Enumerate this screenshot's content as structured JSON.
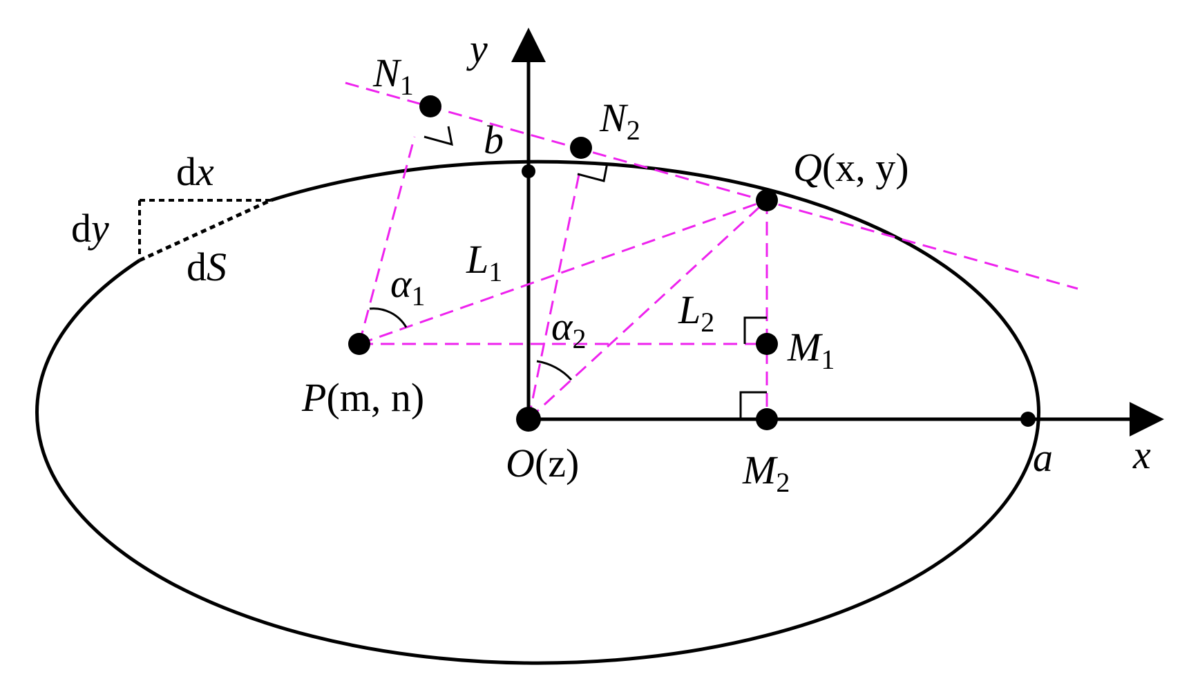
{
  "colors": {
    "curve": "#000000",
    "construction": "#ee22ee",
    "background": "#ffffff"
  },
  "labels": {
    "axis_x": "x",
    "axis_y": "y",
    "b": "b",
    "a": "a",
    "dx_d": "d",
    "dx_var": "x",
    "dy_d": "d",
    "dy_var": "y",
    "ds_d": "d",
    "ds_var": "S",
    "N1_main": "N",
    "N1_sub": "1",
    "N2_main": "N",
    "N2_sub": "2",
    "Q_name": "Q",
    "Q_args": "(x, y)",
    "L1_main": "L",
    "L1_sub": "1",
    "L2_main": "L",
    "L2_sub": "2",
    "alpha1_main": "α",
    "alpha1_sub": "1",
    "alpha2_main": "α",
    "alpha2_sub": "2",
    "M1_main": "M",
    "M1_sub": "1",
    "M2_main": "M",
    "M2_sub": "2",
    "P_name": "P",
    "P_args": "(m, n)",
    "O_name": "O",
    "O_args": "(z)"
  }
}
